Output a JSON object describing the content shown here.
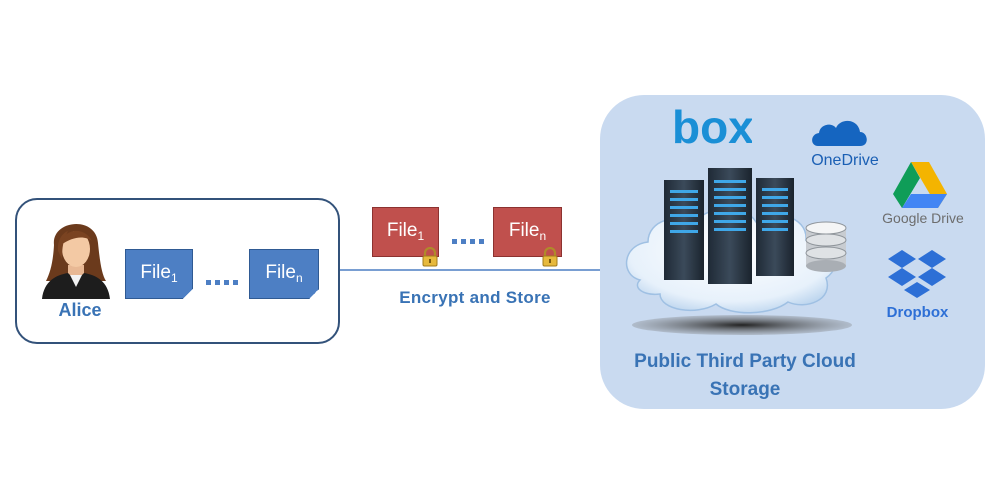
{
  "alice": {
    "name": "Alice",
    "file_first": "File",
    "file_first_sub": "1",
    "file_last": "File",
    "file_last_sub": "n"
  },
  "transfer": {
    "label": "Encrypt and Store",
    "file_first": "File",
    "file_first_sub": "1",
    "file_last": "File",
    "file_last_sub": "n"
  },
  "cloud": {
    "title_line1": "Public Third Party Cloud",
    "title_line2": "Storage",
    "providers": {
      "box": "box",
      "onedrive": "OneDrive",
      "google_drive": "Google Drive",
      "dropbox": "Dropbox"
    }
  },
  "colors": {
    "border": "#33527a",
    "accent_text": "#3973b5",
    "file_plain": "#4d7fc4",
    "file_encrypted": "#c0504d",
    "cloud_bg": "#c9daf0"
  }
}
